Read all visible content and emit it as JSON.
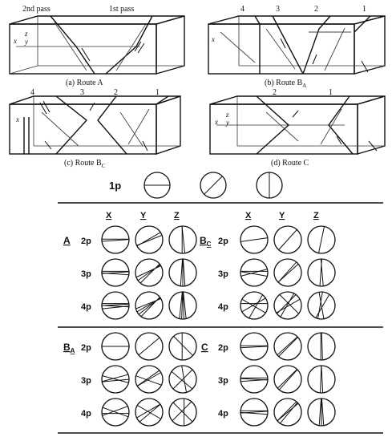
{
  "routes": {
    "A": {
      "caption": "(a) Route A",
      "passes": [
        "2nd pass",
        "1st pass"
      ],
      "axes": [
        "z",
        "x",
        "y"
      ]
    },
    "BA": {
      "caption_main": "(b) Route B",
      "caption_sub": "A",
      "passes": [
        "4",
        "3",
        "2",
        "1"
      ],
      "axes": [
        "x"
      ]
    },
    "BC": {
      "caption_main": "(c) Route B",
      "caption_sub": "C",
      "passes": [
        "4",
        "3",
        "2",
        "1"
      ],
      "axes": [
        "x"
      ]
    },
    "C": {
      "caption": "(d) Route C",
      "passes": [
        "2",
        "1"
      ],
      "axes": [
        "z",
        "x",
        "y"
      ]
    }
  },
  "one_pass": {
    "label": "1p"
  },
  "columns": [
    "X",
    "Y",
    "Z"
  ],
  "groups": [
    {
      "route": "A",
      "sub": "",
      "rows": [
        "2p",
        "3p",
        "4p"
      ]
    },
    {
      "route": "B",
      "sub": "C",
      "rows": [
        "2p",
        "3p",
        "4p"
      ]
    },
    {
      "route": "B",
      "sub": "A",
      "rows": [
        "2p",
        "3p",
        "4p"
      ]
    },
    {
      "route": "C",
      "sub": "",
      "rows": [
        "2p",
        "3p",
        "4p"
      ]
    }
  ]
}
